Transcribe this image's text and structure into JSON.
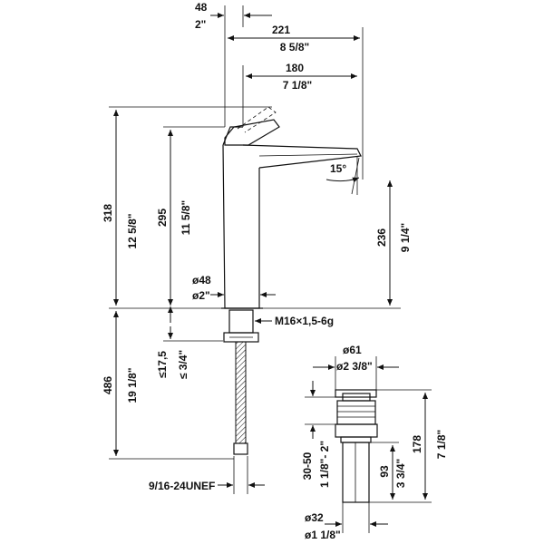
{
  "drawing": {
    "top_width_mm": "48",
    "top_width_in": "2\"",
    "total_reach_mm": "221",
    "total_reach_in": "8 5/8\"",
    "spout_reach_mm": "180",
    "spout_reach_in": "7 1/8\"",
    "spout_angle": "15°",
    "overall_height_mm": "318",
    "overall_height_in": "12 5/8\"",
    "lever_height_mm": "295",
    "lever_height_in": "11 5/8\"",
    "spout_height_mm": "236",
    "spout_height_in": "9 1/4\"",
    "body_dia_mm": "ø48",
    "body_dia_in": "ø2\"",
    "thread_label": "M16×1,5-6g",
    "deck_thickness_mm": "≤17,5",
    "deck_thickness_in": "≤ 3/4\"",
    "hose_length_mm": "486",
    "hose_length_in": "19 1/8\"",
    "hose_thread": "9/16-24UNEF",
    "drain_flange_dia_mm": "ø61",
    "drain_flange_dia_in": "ø2 3/8\"",
    "drain_total_mm": "178",
    "drain_total_in": "7 1/8\"",
    "drain_clamp_mm": "30-50",
    "drain_clamp_in": "1 1/8\"- 2\"",
    "drain_tail_mm": "93",
    "drain_tail_in": "3 3/4\"",
    "drain_tube_dia_mm": "ø32",
    "drain_tube_dia_in": "ø1 1/8\""
  }
}
